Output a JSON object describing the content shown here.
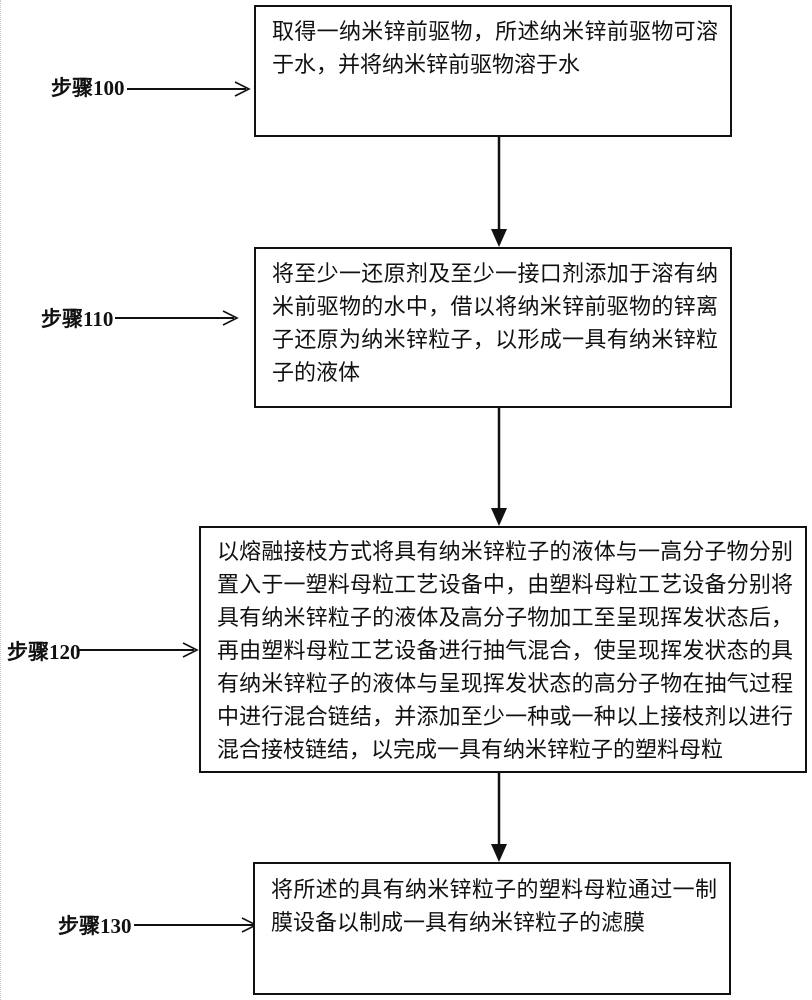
{
  "flowchart": {
    "type": "patent-process-flow",
    "colors": {
      "line": "#111111",
      "background": "#ffffff"
    },
    "steps": [
      {
        "label": "步骤100",
        "text": "取得一纳米锌前驱物，所述纳米锌前驱物可溶于水，并将纳米锌前驱物溶于水"
      },
      {
        "label": "步骤110",
        "text": "将至少一还原剂及至少一接口剂添加于溶有纳米前驱物的水中，借以将纳米锌前驱物的锌离子还原为纳米锌粒子，以形成一具有纳米锌粒子的液体"
      },
      {
        "label": "步骤120",
        "text": "以熔融接枝方式将具有纳米锌粒子的液体与一高分子物分别置入于一塑料母粒工艺设备中，由塑料母粒工艺设备分别将具有纳米锌粒子的液体及高分子物加工至呈现挥发状态后，再由塑料母粒工艺设备进行抽气混合，使呈现挥发状态的具有纳米锌粒子的液体与呈现挥发状态的高分子物在抽气过程中进行混合链结，并添加至少一种或一种以上接枝剂以进行混合接枝链结，以完成一具有纳米锌粒子的塑料母粒"
      },
      {
        "label": "步骤130",
        "text": "将所述的具有纳米锌粒子的塑料母粒通过一制膜设备以制成一具有纳米锌粒子的滤膜"
      }
    ]
  }
}
